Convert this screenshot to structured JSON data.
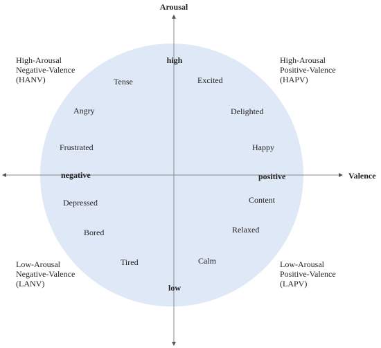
{
  "axes": {
    "vertical_title": "Arousal",
    "horizontal_title": "Valence",
    "top_pole": "high",
    "bottom_pole": "low",
    "left_pole": "negative",
    "right_pole": "positive"
  },
  "quadrants": {
    "top_left": [
      "High-Arousal",
      "Negative-Valence",
      "(HANV)"
    ],
    "top_right": [
      "High-Arousal",
      "Positive-Valence",
      "(HAPV)"
    ],
    "bottom_left": [
      "Low-Arousal",
      "Negative-Valence",
      "(LANV)"
    ],
    "bottom_right": [
      "Low-Arousal",
      "Positive-Valence",
      "(LAPV)"
    ]
  },
  "emotions": {
    "tense": "Tense",
    "excited": "Excited",
    "angry": "Angry",
    "delighted": "Delighted",
    "frustrated": "Frustrated",
    "happy": "Happy",
    "depressed": "Depressed",
    "content": "Content",
    "bored": "Bored",
    "relaxed": "Relaxed",
    "tired": "Tired",
    "calm": "Calm"
  },
  "colors": {
    "circle_fill": "#dfe8f6",
    "axis_line": "#888888",
    "text": "#222222"
  }
}
